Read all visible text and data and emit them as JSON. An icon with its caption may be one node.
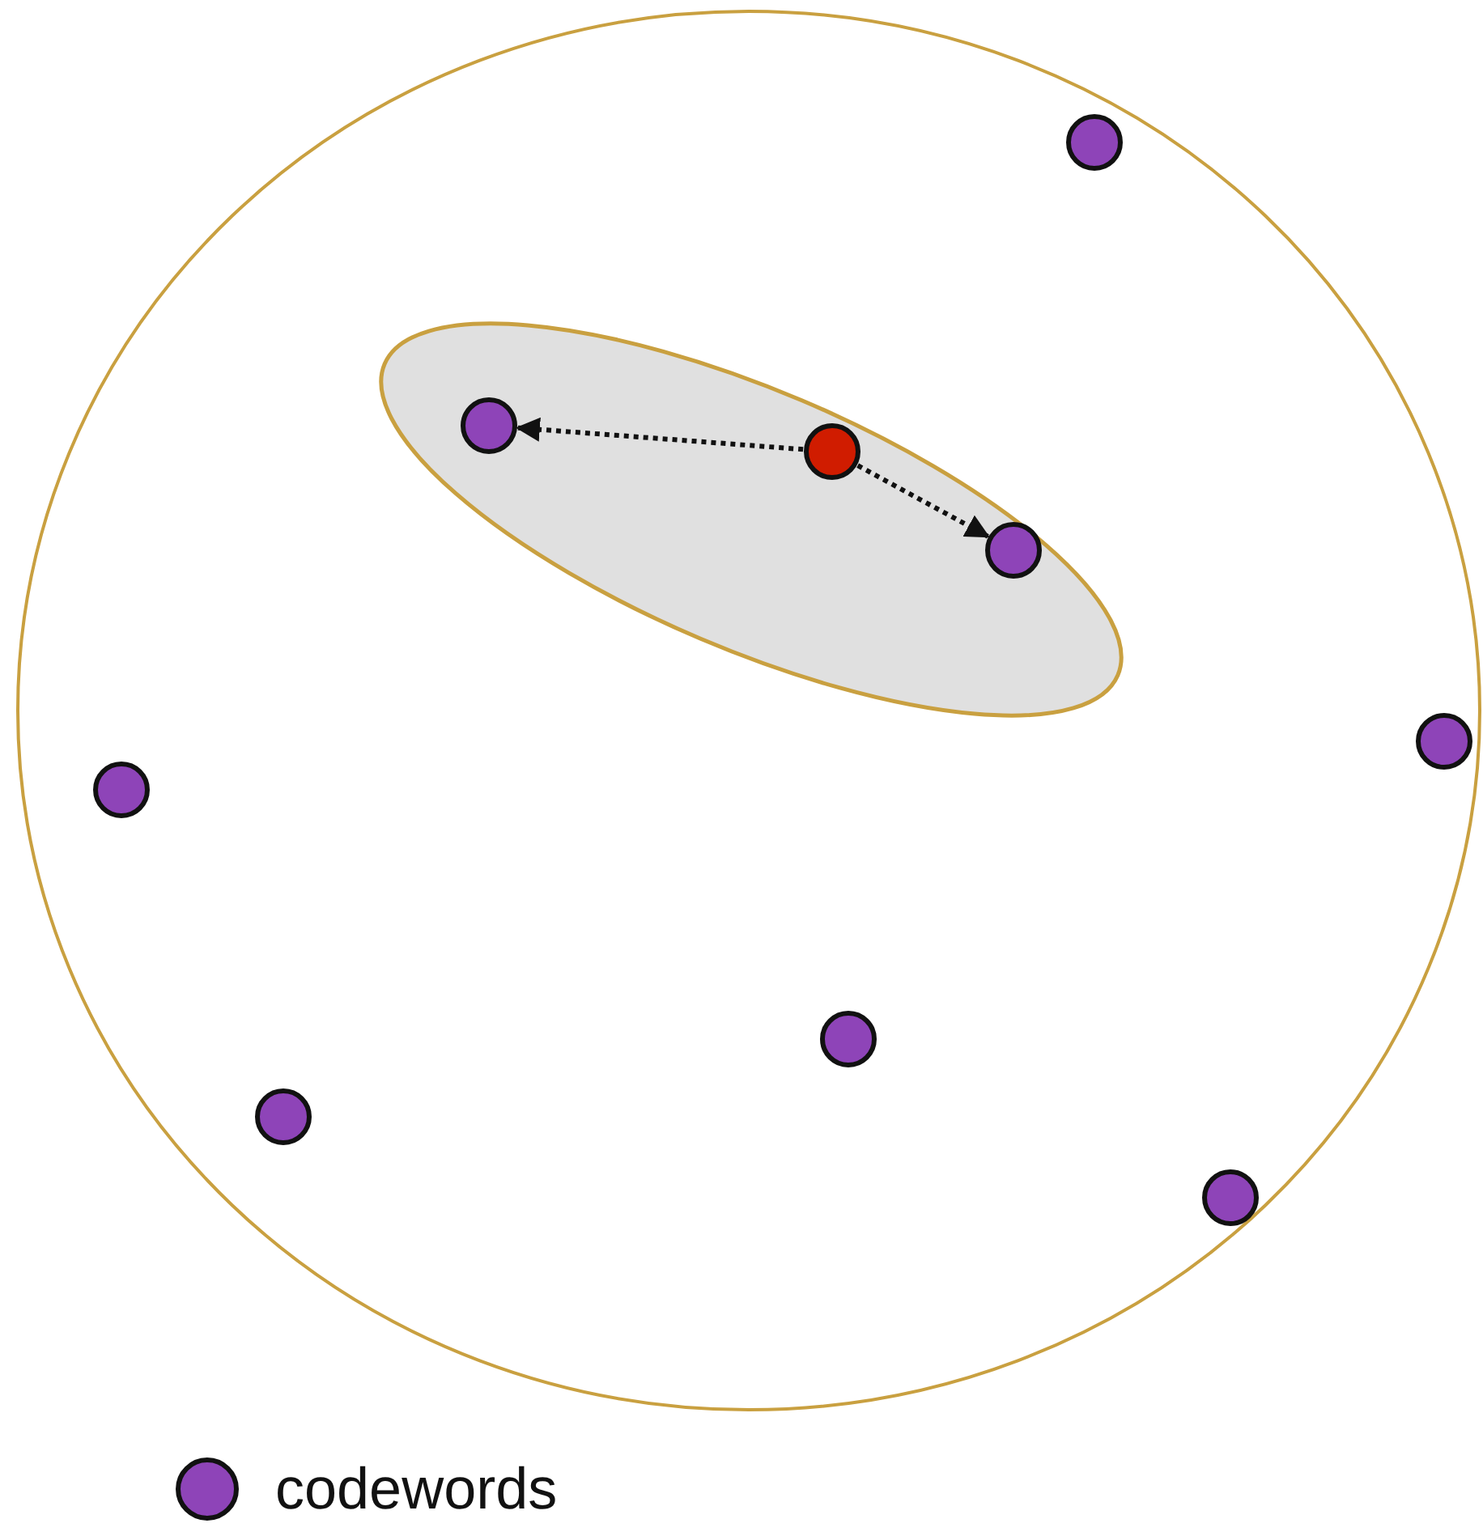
{
  "diagram": {
    "nodes": [
      {
        "text": [],
        "shape": "circle"
      },
      {
        "text": [],
        "shape": "circle",
        "in": 0
      },
      {
        "text": [],
        "shape": "ellipse",
        "in": 0
      },
      {
        "text": [],
        "shape": "circle",
        "in": 2
      },
      {
        "text": [],
        "shape": "circle",
        "in": 2
      },
      {
        "text": [],
        "shape": "circle",
        "in": 2
      },
      {
        "text": [],
        "shape": "circle",
        "in": 0
      },
      {
        "text": [],
        "shape": "circle",
        "in": 0
      },
      {
        "text": [],
        "shape": "circle",
        "in": 0
      },
      {
        "text": [],
        "shape": "circle",
        "in": 0
      },
      {
        "text": [],
        "shape": "circle",
        "in": 0
      }
    ],
    "edges": [
      {
        "from": 4,
        "to": 3,
        "arrow": "to",
        "style": "dashed"
      },
      {
        "from": 4,
        "to": 5,
        "arrow": "to",
        "style": "dashed"
      }
    ],
    "legend": [
      {
        "text": "codewords",
        "color": "#8e44b8"
      }
    ]
  }
}
